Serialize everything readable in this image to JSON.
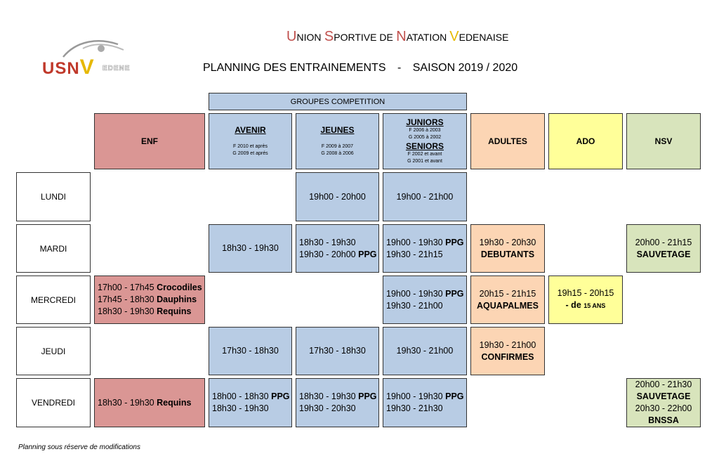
{
  "header": {
    "club_name": [
      {
        "cap": "U",
        "rest": "NION",
        "color": "#C0504D"
      },
      {
        "cap": "S",
        "rest": "PORTIVE DE",
        "color": "#C0504D"
      },
      {
        "cap": "N",
        "rest": "ATATION",
        "color": "#C0504D"
      },
      {
        "cap": "V",
        "rest": "EDENAISE",
        "color": "#E6B800"
      }
    ],
    "planning_title": "PLANNING DES ENTRAINEMENTS",
    "separator": "-",
    "season": "SAISON 2019 / 2020"
  },
  "logo": {
    "usn": "USN",
    "v": "V",
    "edene": "EDENE",
    "colors": {
      "usn": "#C0392B",
      "v": "#E6B800",
      "swimmer": "#8c8c8c"
    }
  },
  "colors": {
    "enf": "#DA9694",
    "blue": "#B8CCE4",
    "orange": "#FCD5B4",
    "yellow": "#FFFF99",
    "green": "#D8E4BC"
  },
  "groups_header": "GROUPES COMPETITION",
  "columns": {
    "enf": "ENF",
    "avenir": {
      "title": "AVENIR",
      "l1": "F 2010 et après",
      "l2": "G 2009 et aprés"
    },
    "jeunes": {
      "title": "JEUNES",
      "l1": "F 2009 à 2007",
      "l2": "G 2008 à 2006"
    },
    "juniors": {
      "title": "JUNIORS",
      "l1": "F 2006 à 2003",
      "l2": "G 2005 à 2002",
      "title2": "SENIORS",
      "l3": "F 2002 et avant",
      "l4": "G 2001 et avant"
    },
    "adultes": "ADULTES",
    "ado": "ADO",
    "nsv": "NSV"
  },
  "days": {
    "lundi": "LUNDI",
    "mardi": "MARDI",
    "mercredi": "MERCREDI",
    "jeudi": "JEUDI",
    "vendredi": "VENDREDI"
  },
  "schedule": {
    "lundi": {
      "jeunes": "19h00 - 20h00",
      "juniors": "19h00 - 21h00"
    },
    "mardi": {
      "avenir": "18h30 - 19h30",
      "jeunes": {
        "l1": "18h30 - 19h30",
        "l2a": "19h30 - 20h00 ",
        "l2b": "PPG"
      },
      "juniors": {
        "l1a": "19h00 - 19h30 ",
        "l1b": "PPG",
        "l2": "19h30 - 21h15"
      },
      "adultes": {
        "l1": "19h30 - 20h30",
        "l2": "DEBUTANTS"
      },
      "nsv": {
        "l1": "20h00 - 21h15",
        "l2": "SAUVETAGE"
      }
    },
    "mercredi": {
      "enf": {
        "l1a": "17h00 - 17h45 ",
        "l1b": "Crocodiles",
        "l2a": "17h45 - 18h30 ",
        "l2b": "Dauphins",
        "l3a": "18h30 - 19h30 ",
        "l3b": "Requins"
      },
      "juniors": {
        "l1a": "19h00 - 19h30 ",
        "l1b": "PPG",
        "l2": "19h30 - 21h00"
      },
      "adultes": {
        "l1": "20h15 - 21h15",
        "l2": "AQUAPALMES"
      },
      "ado": {
        "l1": "19h15 - 20h15",
        "l2a": "- de ",
        "l2b": "15 ANS"
      }
    },
    "jeudi": {
      "avenir": "17h30 - 18h30",
      "jeunes": "17h30 - 18h30",
      "juniors": "19h30 - 21h00",
      "adultes": {
        "l1": "19h30 - 21h00",
        "l2": "CONFIRMES"
      }
    },
    "vendredi": {
      "enf": {
        "l1a": "18h30 - 19h30 ",
        "l1b": "Requins"
      },
      "avenir": {
        "l1a": "18h00 - 18h30 ",
        "l1b": "PPG",
        "l2": "18h30 - 19h30"
      },
      "jeunes": {
        "l1a": "18h30 - 19h30 ",
        "l1b": "PPG",
        "l2": "19h30 - 20h30"
      },
      "juniors": {
        "l1a": "19h00 - 19h30 ",
        "l1b": "PPG",
        "l2": "19h30 - 21h30"
      },
      "nsv": {
        "l1": "20h00 - 21h30",
        "l2": "SAUVETAGE",
        "l3": "20h30 - 22h00",
        "l4": "BNSSA"
      }
    }
  },
  "footer_note": "Planning sous réserve de modifications"
}
